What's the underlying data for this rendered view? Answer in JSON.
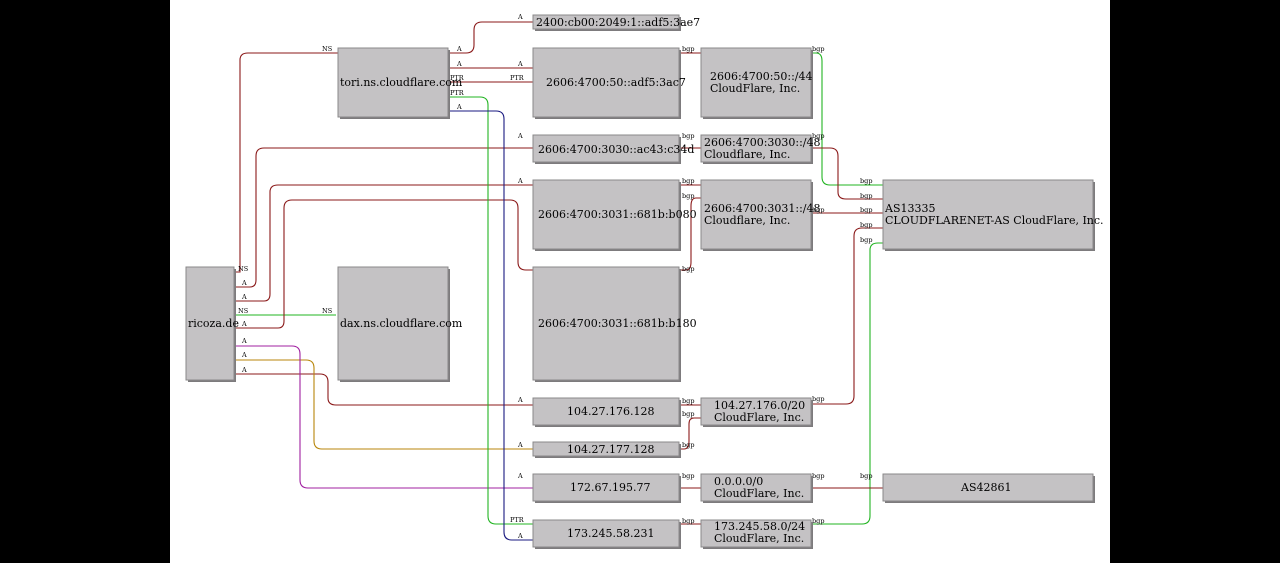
{
  "nodes": {
    "ricoza": "ricoza.de",
    "tori": "tori.ns.cloudflare.com",
    "dax": "dax.ns.cloudflare.com",
    "ip2400": "2400:cb00:2049:1::adf5:3ae7",
    "ip50": "2606:4700:50::adf5:3ac7",
    "ip3030": "2606:4700:3030::ac43:c34d",
    "ip3031a": "2606:4700:3031::681b:b080",
    "ip3031b": "2606:4700:3031::681b:b180",
    "ip176": "104.27.176.128",
    "ip177": "104.27.177.128",
    "ip172": "172.67.195.77",
    "ip173": "173.245.58.231",
    "pfx50_1": "2606:4700:50::/44",
    "pfx50_2": "CloudFlare, Inc.",
    "pfx3030_1": "2606:4700:3030::/48",
    "pfx3030_2": "Cloudflare, Inc.",
    "pfx3031_1": "2606:4700:3031::/48",
    "pfx3031_2": "Cloudflare, Inc.",
    "pfx176_1": "104.27.176.0/20",
    "pfx176_2": "CloudFlare, Inc.",
    "pfx0_1": "0.0.0.0/0",
    "pfx0_2": "CloudFlare, Inc.",
    "pfx173_1": "173.245.58.0/24",
    "pfx173_2": "CloudFlare, Inc.",
    "as13335_1": "AS13335",
    "as13335_2": "CLOUDFLARENET-AS CloudFlare, Inc.",
    "as42861": "AS42861"
  },
  "edge_labels": {
    "a": "A",
    "ns": "NS",
    "ptr": "PTR",
    "bgp": "bgp"
  },
  "colors": {
    "red": "#8b1a1a",
    "green": "#22b422",
    "navy": "#1a1a80",
    "orange": "#b8860b",
    "purple": "#a020a0"
  }
}
